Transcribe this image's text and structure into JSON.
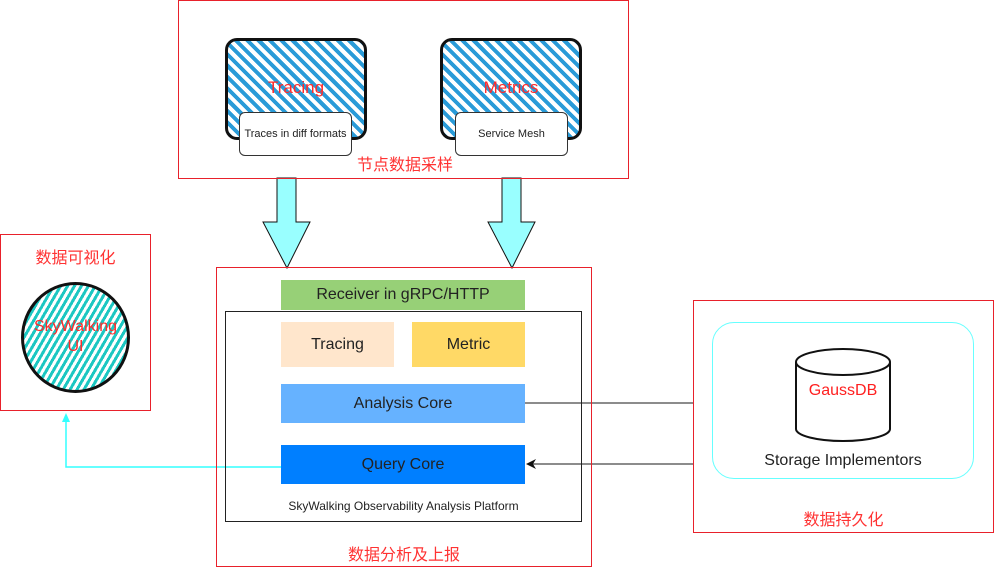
{
  "collection": {
    "label": "节点数据采样",
    "tracing": {
      "title": "Tracing",
      "sub": "Traces in diff formats"
    },
    "metrics": {
      "title": "Metrics",
      "sub": "Service Mesh"
    }
  },
  "analysis": {
    "label": "数据分析及上报",
    "receiver": "Receiver in gRPC/HTTP",
    "tracing": "Tracing",
    "metric": "Metric",
    "analysis_core": "Analysis Core",
    "query_core": "Query Core",
    "platform": "SkyWalking Observability Analysis Platform"
  },
  "visualization": {
    "label": "数据可视化",
    "ui_line1": "SkyWalking",
    "ui_line2": "UI"
  },
  "persistence": {
    "label": "数据持久化",
    "db": "GaussDB",
    "storage": "Storage Implementors"
  },
  "colors": {
    "frame": "#e8212b",
    "receiver": "#97d077",
    "tracing": "#ffe6cc",
    "metric": "#ffd966",
    "analysis_core": "#66b2ff",
    "query_core": "#007fff",
    "arrow_fill": "#99ffff",
    "ui_hatch": "#1cc7c2",
    "collector_hatch": "#2a9bd8"
  }
}
